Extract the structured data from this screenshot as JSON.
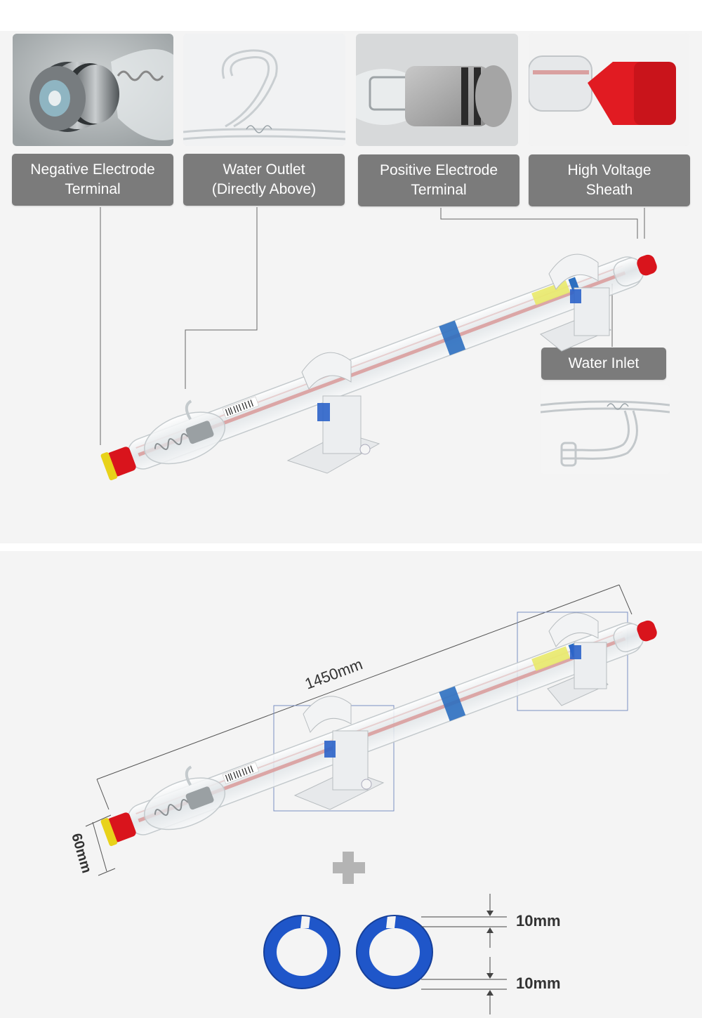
{
  "callouts": {
    "negative_electrode": [
      "Negative Electrode",
      "Terminal"
    ],
    "water_outlet": [
      "Water Outlet",
      "(Directly Above)"
    ],
    "positive_electrode": [
      "Positive Electrode",
      "Terminal"
    ],
    "high_voltage_sheath": [
      "High Voltage",
      "Sheath"
    ],
    "water_inlet": [
      "Water Inlet"
    ]
  },
  "dimensions": {
    "length": "1450mm",
    "diameter": "60mm",
    "ring_width_top": "10mm",
    "ring_width_bottom": "10mm"
  },
  "colors": {
    "label_bg": "#7b7b7b",
    "panel_bg": "#f4f4f4",
    "cap_red": "#d9141c",
    "cap_yellow": "#e8d21a",
    "ring_blue": "#1f56c9",
    "leader_line": "#666666",
    "dimension_box": "#7a8fc2"
  },
  "icons": {
    "plus": "plus-icon"
  }
}
